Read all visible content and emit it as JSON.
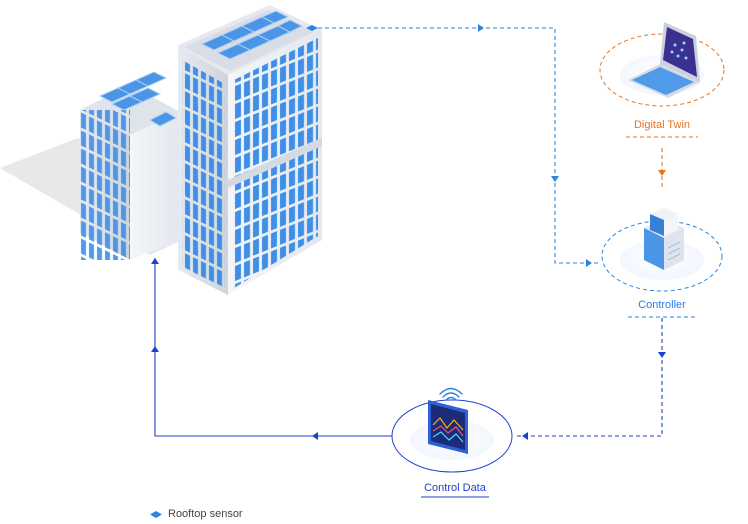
{
  "nodes": {
    "digital_twin": {
      "label": "Digital Twin"
    },
    "controller": {
      "label": "Controller"
    },
    "control_data": {
      "label": "Control Data"
    }
  },
  "legend": {
    "label": "Rooftop sensor"
  },
  "colors": {
    "sensor_line": "#2a86e0",
    "twin_line": "#e8731e",
    "controller_line": "#1f3fcf",
    "control_line": "#1f3fcf"
  },
  "icons": [
    "building-icon",
    "laptop-icon",
    "server-icon",
    "monitor-chart-icon",
    "rooftop-sensor-icon"
  ]
}
